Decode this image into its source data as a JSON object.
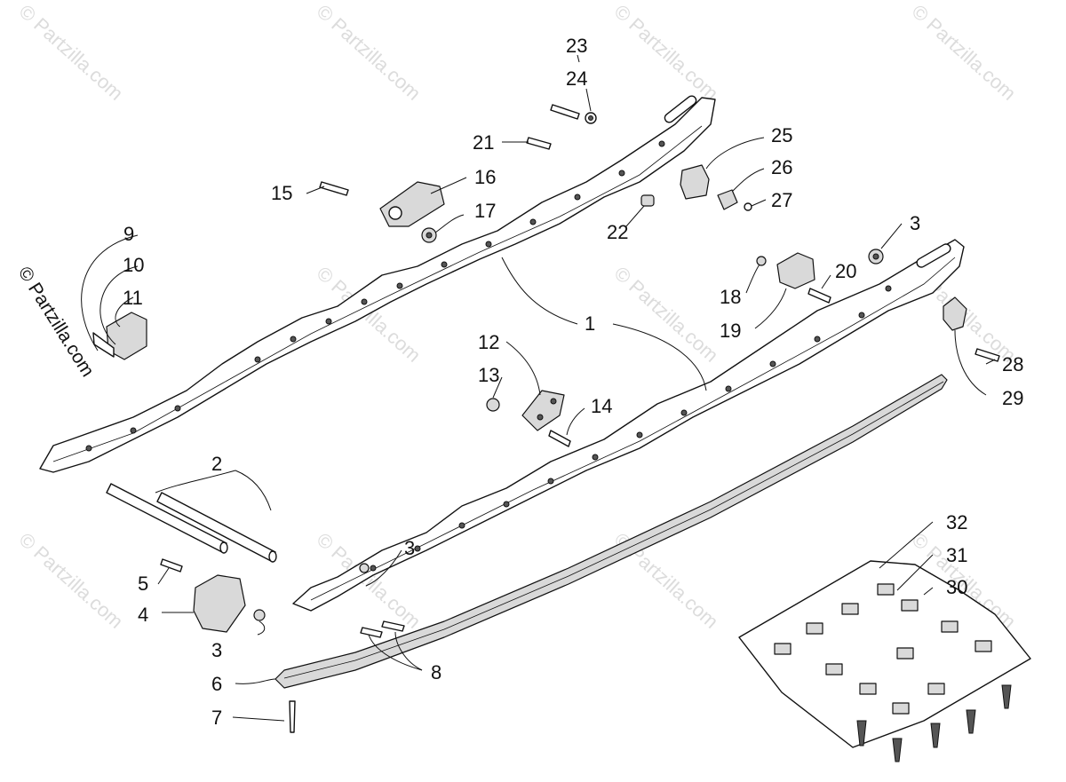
{
  "watermark": {
    "text": "© Partzilla.com",
    "side_text": "© Partzilla.com"
  },
  "callouts": {
    "p1": "1",
    "p2": "2",
    "p3a": "3",
    "p3b": "3",
    "p3c": "3",
    "p4": "4",
    "p5": "5",
    "p6": "6",
    "p7": "7",
    "p8": "8",
    "p9": "9",
    "p10": "10",
    "p11": "11",
    "p12": "12",
    "p13": "13",
    "p14": "14",
    "p15": "15",
    "p16": "16",
    "p17": "17",
    "p18": "18",
    "p19": "19",
    "p20": "20",
    "p21": "21",
    "p22": "22",
    "p23": "23",
    "p24": "24",
    "p25": "25",
    "p26": "26",
    "p27": "27",
    "p28": "28",
    "p29": "29",
    "p30": "30",
    "p31": "31",
    "p32": "32"
  }
}
